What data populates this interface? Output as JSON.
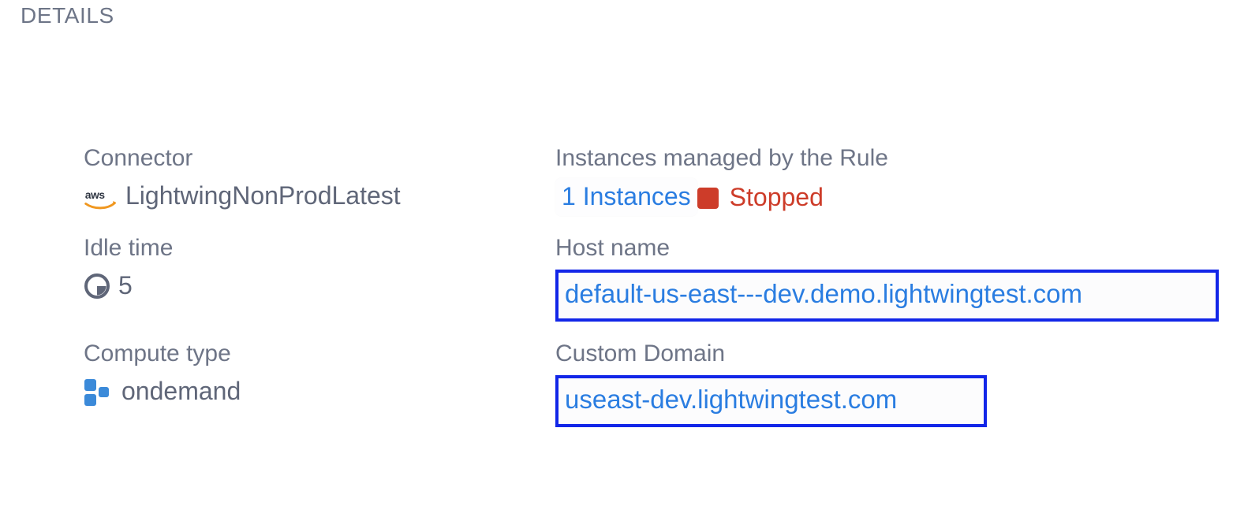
{
  "section": {
    "heading": "DETAILS"
  },
  "colors": {
    "label": "#6e7587",
    "value": "#5f6678",
    "link": "#2a7de1",
    "highlight_border": "#1226e8",
    "status_stopped": "#cd3c29",
    "accent_blue": "#3b8ad9",
    "aws_orange": "#f0971f",
    "background": "#ffffff"
  },
  "fields": {
    "connector": {
      "label": "Connector",
      "value": "LightwingNonProdLatest",
      "icon": "aws-logo-icon"
    },
    "instances": {
      "label": "Instances managed by the Rule",
      "count_label": "1 Instances",
      "status_icon": "stop-square-icon",
      "status": "Stopped"
    },
    "idle_time": {
      "label": "Idle time",
      "value": "5",
      "icon": "clock-pie-icon"
    },
    "host_name": {
      "label": "Host name",
      "value": "default-us-east---dev.demo.lightwingtest.com"
    },
    "compute_type": {
      "label": "Compute type",
      "value": "ondemand",
      "icon": "compute-squares-icon"
    },
    "custom_domain": {
      "label": "Custom Domain",
      "value": "useast-dev.lightwingtest.com"
    }
  }
}
